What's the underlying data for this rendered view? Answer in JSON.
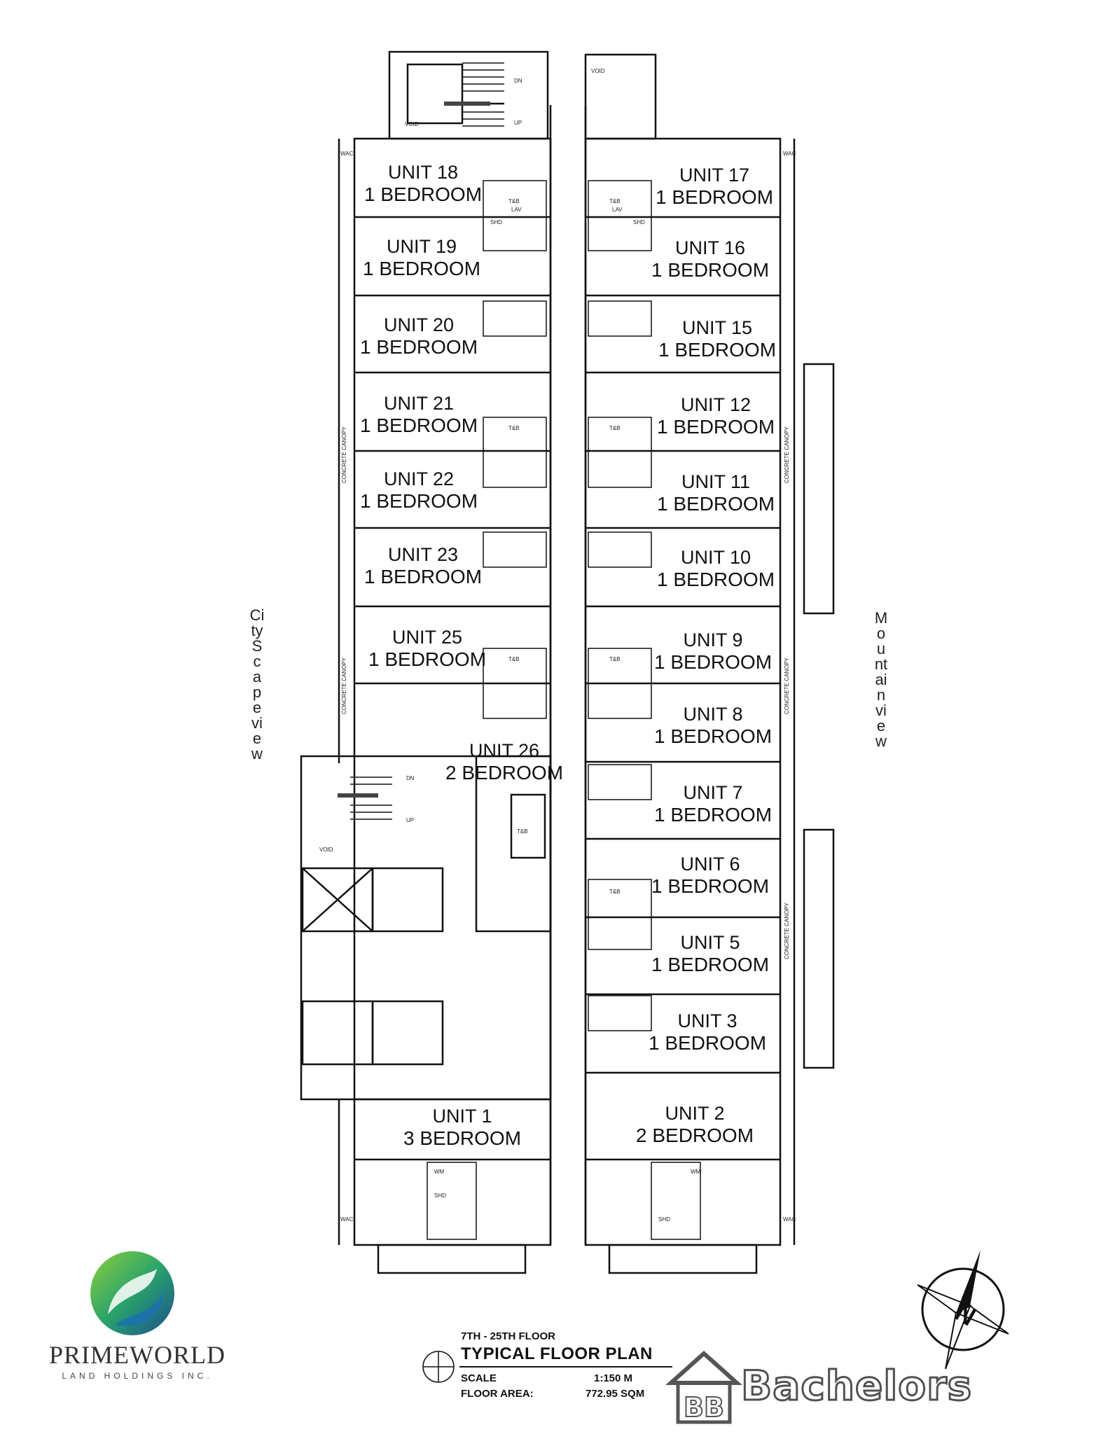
{
  "units": [
    {
      "id": "unit-18",
      "name": "UNIT 18",
      "type": "1 BEDROOM"
    },
    {
      "id": "unit-19",
      "name": "UNIT 19",
      "type": "1 BEDROOM"
    },
    {
      "id": "unit-20",
      "name": "UNIT 20",
      "type": "1 BEDROOM"
    },
    {
      "id": "unit-21",
      "name": "UNIT 21",
      "type": "1 BEDROOM"
    },
    {
      "id": "unit-22",
      "name": "UNIT 22",
      "type": "1 BEDROOM"
    },
    {
      "id": "unit-23",
      "name": "UNIT 23",
      "type": "1 BEDROOM"
    },
    {
      "id": "unit-25",
      "name": "UNIT 25",
      "type": "1 BEDROOM"
    },
    {
      "id": "unit-26",
      "name": "UNIT 26",
      "type": "2 BEDROOM"
    },
    {
      "id": "unit-17",
      "name": "UNIT 17",
      "type": "1 BEDROOM"
    },
    {
      "id": "unit-16",
      "name": "UNIT 16",
      "type": "1 BEDROOM"
    },
    {
      "id": "unit-15",
      "name": "UNIT 15",
      "type": "1 BEDROOM"
    },
    {
      "id": "unit-12",
      "name": "UNIT 12",
      "type": "1 BEDROOM"
    },
    {
      "id": "unit-11",
      "name": "UNIT 11",
      "type": "1 BEDROOM"
    },
    {
      "id": "unit-10",
      "name": "UNIT 10",
      "type": "1 BEDROOM"
    },
    {
      "id": "unit-9",
      "name": "UNIT 9",
      "type": "1 BEDROOM"
    },
    {
      "id": "unit-8",
      "name": "UNIT 8",
      "type": "1 BEDROOM"
    },
    {
      "id": "unit-7",
      "name": "UNIT 7",
      "type": "1 BEDROOM"
    },
    {
      "id": "unit-6",
      "name": "UNIT 6",
      "type": "1 BEDROOM"
    },
    {
      "id": "unit-5",
      "name": "UNIT 5",
      "type": "1 BEDROOM"
    },
    {
      "id": "unit-3",
      "name": "UNIT 3",
      "type": "1 BEDROOM"
    },
    {
      "id": "unit-1",
      "name": "UNIT 1",
      "type": "3 BEDROOM"
    },
    {
      "id": "unit-2",
      "name": "UNIT 2",
      "type": "2 BEDROOM"
    }
  ],
  "views": {
    "left": "CityScape view",
    "right": "Mountain view"
  },
  "small_labels": {
    "tb": "T&B",
    "lav": "LAV",
    "shd": "SHD",
    "wm": "WM",
    "wac": "WAC",
    "void": "VOID",
    "dn": "DN",
    "up": "UP",
    "canopy": "CONCRETE CANOPY"
  },
  "title_block": {
    "floors": "7TH - 25TH FLOOR",
    "title": "TYPICAL FLOOR PLAN",
    "scale_label": "SCALE",
    "scale_value": "1:150 M",
    "area_label": "FLOOR AREA:",
    "area_value": "772.95 SQM"
  },
  "logo": {
    "name": "PRIMEWORLD",
    "subtitle": "LAND HOLDINGS INC."
  },
  "watermark": {
    "text": "Bachelors",
    "mark": "BB"
  },
  "compass": {
    "north": "N"
  }
}
